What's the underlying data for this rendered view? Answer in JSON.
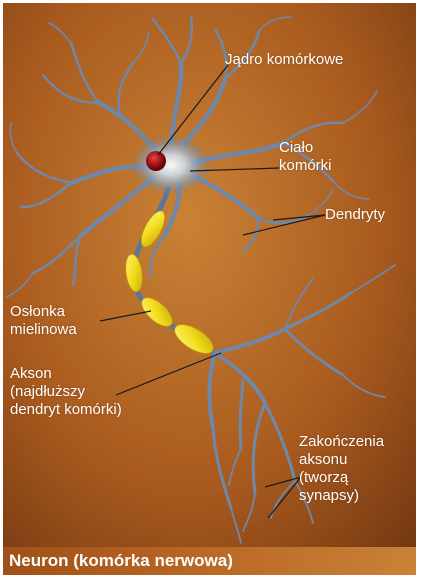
{
  "labels": {
    "nucleus": "Jądro komórkowe",
    "cell_body": "Ciało\nkomórki",
    "dendrites": "Dendryty",
    "myelin_sheath": "Osłonka\nmielinowa",
    "axon": "Akson\n(najdłuższy\ndendryt komórki)",
    "axon_terminals": "Zakończenia\naksonu\n(tworzą\nsynapsy)"
  },
  "caption": "Neuron (komórka nerwowa)",
  "colors": {
    "background_dark": "#7a3a12",
    "background_light": "#c97a2e",
    "neuron_blue": "#6f88aa",
    "myelin_yellow": "#f2dc1c",
    "nucleus_red": "#a01010",
    "label_text": "#ffffff",
    "leader_line": "#1a1a1a"
  }
}
